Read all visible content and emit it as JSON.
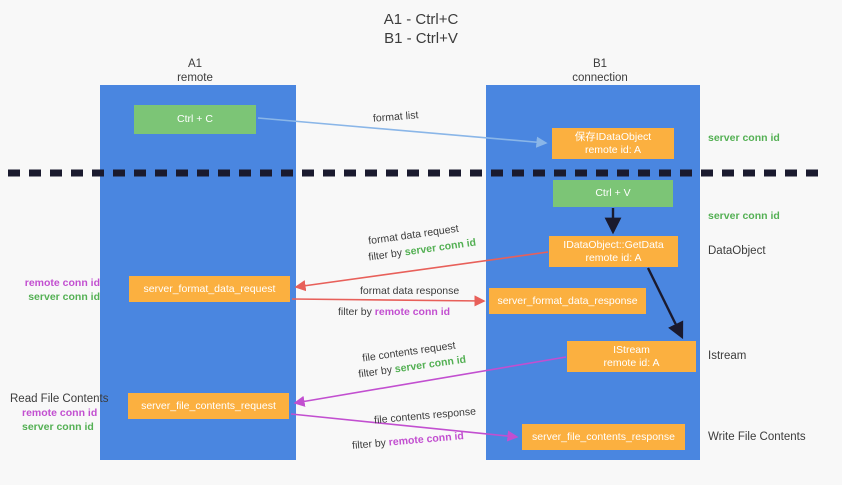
{
  "title": "A1 - Ctrl+C\nB1 - Ctrl+V",
  "colors": {
    "lane": "#4a86e0",
    "green_box": "#7cc576",
    "orange_box": "#fbb040",
    "server_conn": "#54b054",
    "remote_conn": "#c24fd0",
    "arrow_blue": "#8ab6e8",
    "arrow_red": "#e8605a",
    "arrow_magenta": "#c24fd0",
    "arrow_dark": "#1a1a2e",
    "divider": "#1a1a2e",
    "background": "#f8f8f8"
  },
  "lanes": [
    {
      "name": "A1",
      "subtitle": "remote",
      "label": "A1\nremote"
    },
    {
      "name": "B1",
      "subtitle": "connection",
      "label": "B1\nconnection"
    }
  ],
  "boxes": {
    "ctrl_c": "Ctrl + C",
    "save_idataobject": "保存IDataObject\nremote id: A",
    "ctrl_v": "Ctrl + V",
    "getdata": "IDataObject::GetData\nremote id: A",
    "format_data_request": "server_format_data_request",
    "format_data_response": "server_format_data_response",
    "istream": "IStream\nremote id: A",
    "file_contents_request": "server_file_contents_request",
    "file_contents_response": "server_file_contents_response"
  },
  "arrow_labels": {
    "format_list": "format list",
    "format_data_request": "format data request",
    "format_data_request_filter_prefix": "filter by ",
    "format_data_request_filter_value": "server conn id",
    "format_data_response": "format data response",
    "format_data_response_filter_prefix": "filter by ",
    "format_data_response_filter_value": "remote conn id",
    "file_contents_request": "file contents request",
    "file_contents_request_filter_prefix": "filter by ",
    "file_contents_request_filter_value": "server conn id",
    "file_contents_response": "file contents response",
    "file_contents_response_filter_prefix": "filter by ",
    "file_contents_response_filter_value": "remote conn id"
  },
  "side_notes": {
    "right_server_conn_1": "server conn id",
    "right_server_conn_2": "server conn id",
    "right_dataobject": "DataObject",
    "right_istream": "Istream",
    "right_write_file_contents": "Write File Contents",
    "left_remote_conn_1": "remote conn id",
    "left_server_conn_1": "server conn id",
    "left_read_file_contents": "Read File Contents",
    "left_remote_conn_2": "remote conn id",
    "left_server_conn_2": "server conn id"
  }
}
